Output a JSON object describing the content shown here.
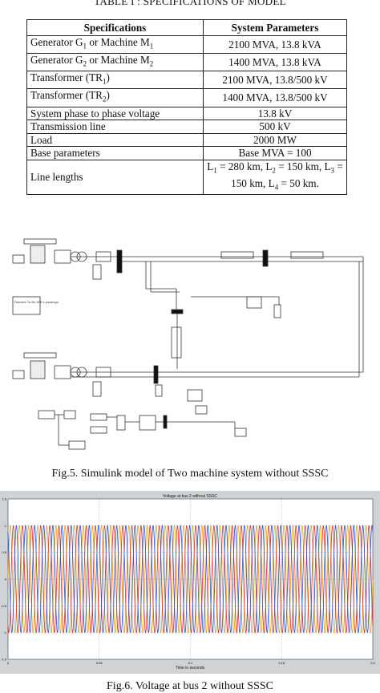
{
  "table": {
    "caption": "TABLE I : SPECIFICATIONS OF MODEL",
    "headers": [
      "Specifications",
      "System Parameters"
    ],
    "rows": [
      {
        "spec": "Generator G1 or Machine M1",
        "value": "2100 MVA, 13.8 kVA"
      },
      {
        "spec": "Generator G2 or Machine M2",
        "value": "1400 MVA, 13.8 kVA"
      },
      {
        "spec": "Transformer (TR1)",
        "value": "2100 MVA, 13.8/500 kV"
      },
      {
        "spec": "Transformer (TR2)",
        "value": "1400 MVA, 13.8/500 kV"
      },
      {
        "spec": "System phase to phase voltage",
        "value": "13.8 kV"
      },
      {
        "spec": "Transmission line",
        "value": "500 kV"
      },
      {
        "spec": "Load",
        "value": "2000 MW"
      },
      {
        "spec": "Base parameters",
        "value": "Base MVA = 100"
      },
      {
        "spec": "Line lengths",
        "value": "L1 = 280 km, L2 = 150 km, L3 = 150 km, L4 = 50 km."
      }
    ]
  },
  "figure5": {
    "caption": "Fig.5. Simulink model of Two machine system without SSSC",
    "annotation": "Discrete Ts=5e-005 s powergui"
  },
  "figure6": {
    "caption": "Fig.6. Voltage at bus 2 without SSSC"
  },
  "chart_data": {
    "type": "line",
    "title": "Voltage at bus 2 without SSSC",
    "xlabel": "Time in seconds",
    "ylabel": "",
    "xlim": [
      0,
      0.2
    ],
    "ylim": [
      -1.5,
      1.5
    ],
    "x_ticks": [
      "0",
      "0.05",
      "0.1",
      "0.15",
      "0.2"
    ],
    "y_ticks": [
      "1.5",
      "1",
      "0.5",
      "0",
      "-0.5",
      "-1",
      "-1.5"
    ],
    "grid": true,
    "frequency_hz": 200,
    "amplitude": 1,
    "series": [
      {
        "phase_deg": 0,
        "color": "#e0a020"
      },
      {
        "phase_deg": -120,
        "color": "#d03030"
      },
      {
        "phase_deg": 120,
        "color": "#3050c0"
      }
    ]
  }
}
